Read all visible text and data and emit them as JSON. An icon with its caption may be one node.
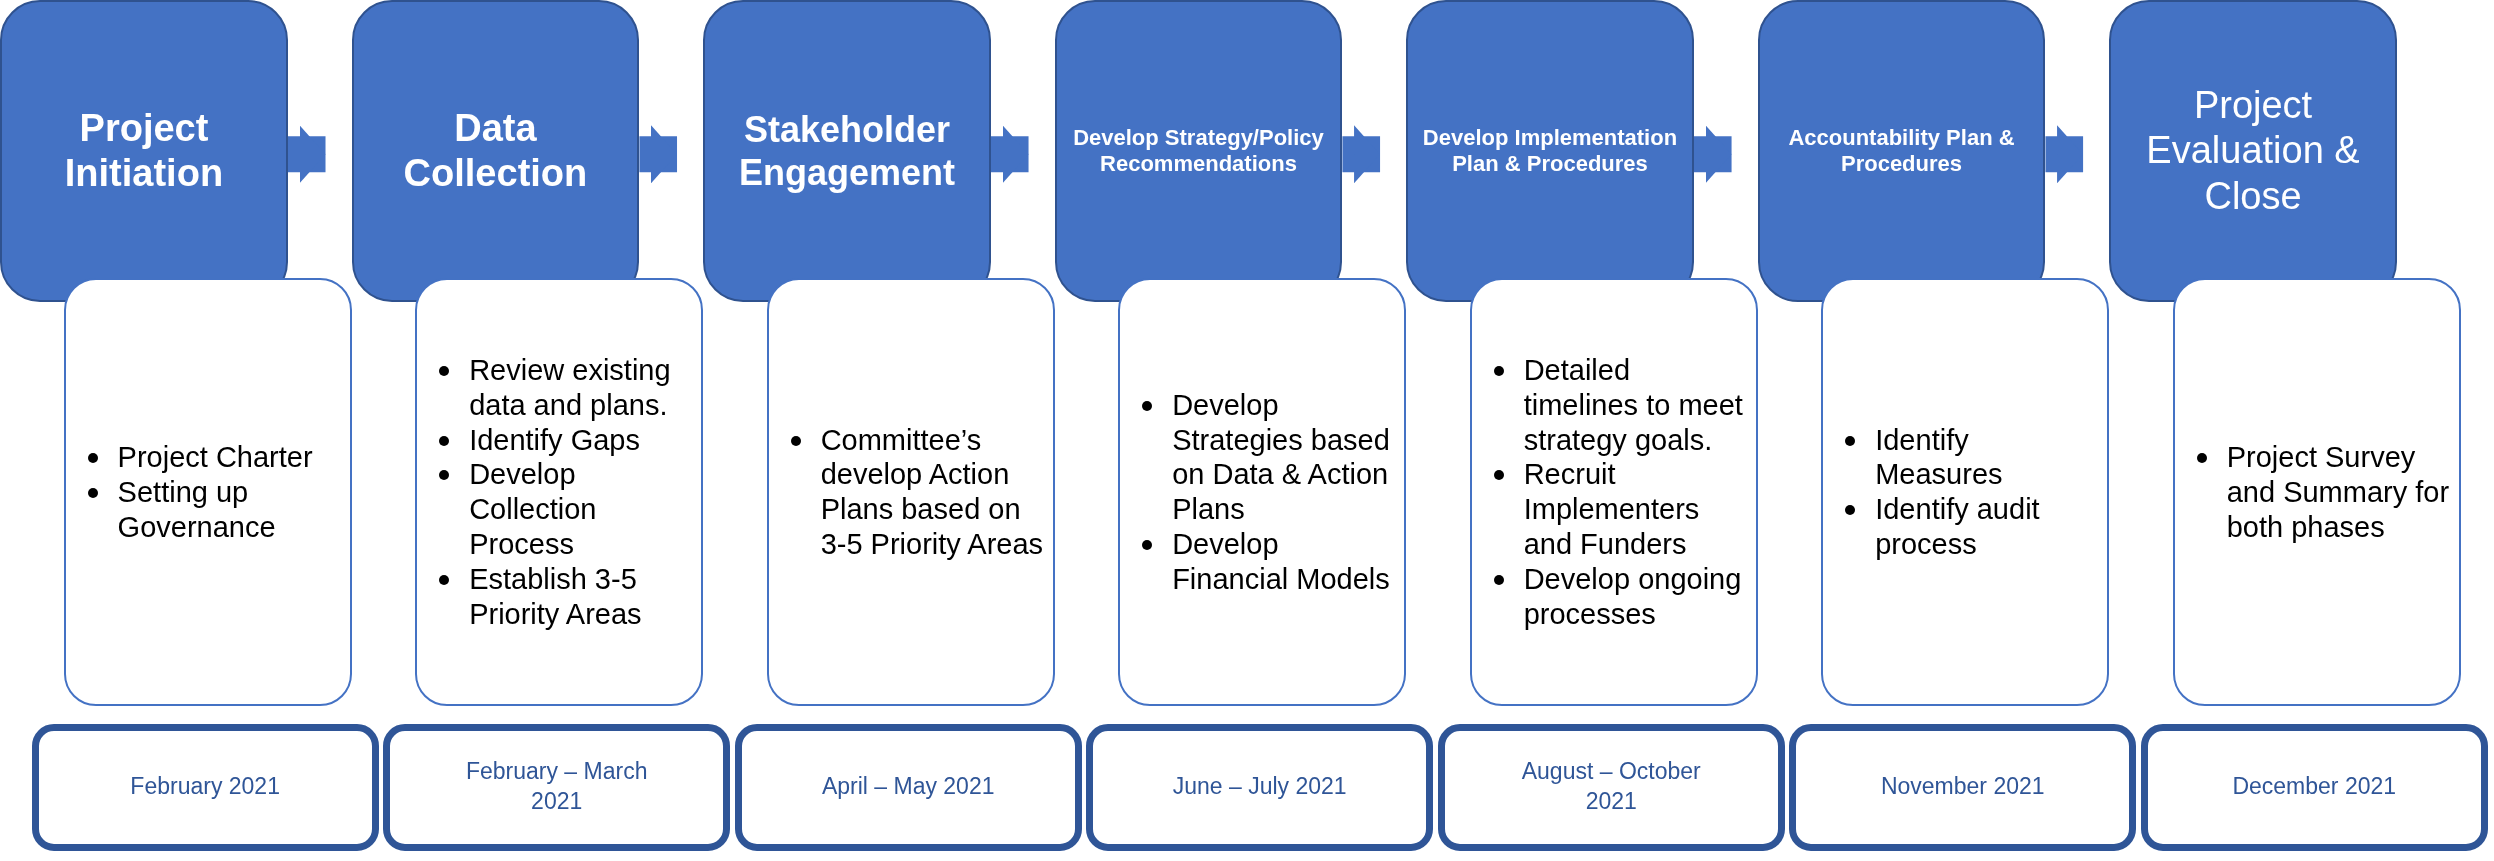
{
  "diagram": {
    "nodes": [
      {
        "text": [
          "Project Initiation"
        ]
      },
      {
        "text": [
          "Project Charter",
          "Setting up Governance"
        ]
      },
      {
        "text": [
          "February 2021"
        ]
      },
      {
        "text": [
          "Data Collection"
        ]
      },
      {
        "text": [
          "Review existing data and plans.",
          "Identify Gaps",
          "Develop Collection Process",
          "Establish 3-5 Priority Areas"
        ]
      },
      {
        "text": [
          "February – March 2021"
        ]
      },
      {
        "text": [
          "Stakeholder Engagement"
        ]
      },
      {
        "text": [
          "Committee’s develop Action Plans based on 3-5 Priority Areas"
        ]
      },
      {
        "text": [
          "April – May 2021"
        ]
      },
      {
        "text": [
          "Develop Strategy/Policy Recommendations"
        ]
      },
      {
        "text": [
          "Develop Strategies based on Data & Action Plans",
          "Develop Financial Models"
        ]
      },
      {
        "text": [
          "June – July 2021"
        ]
      },
      {
        "text": [
          "Develop Implementation Plan & Procedures"
        ]
      },
      {
        "text": [
          "Detailed timelines to meet strategy goals.",
          "Recruit Implementers and Funders",
          "Develop ongoing processes"
        ]
      },
      {
        "text": [
          "August – October 2021"
        ]
      },
      {
        "text": [
          "Accountability Plan & Procedures"
        ]
      },
      {
        "text": [
          "Identify Measures",
          "Identify audit process"
        ]
      },
      {
        "text": [
          "November 2021"
        ]
      },
      {
        "text": [
          "Project Evaluation & Close"
        ]
      },
      {
        "text": [
          "Project Survey and Summary for both phases"
        ]
      },
      {
        "text": [
          "December 2021"
        ]
      }
    ],
    "edges": [
      {
        "from": 0,
        "to": 3,
        "arrow": "to"
      },
      {
        "from": 3,
        "to": 6,
        "arrow": "to"
      },
      {
        "from": 6,
        "to": 9,
        "arrow": "to"
      },
      {
        "from": 9,
        "to": 12,
        "arrow": "to"
      },
      {
        "from": 12,
        "to": 15,
        "arrow": "to"
      },
      {
        "from": 15,
        "to": 18,
        "arrow": "to"
      }
    ]
  }
}
